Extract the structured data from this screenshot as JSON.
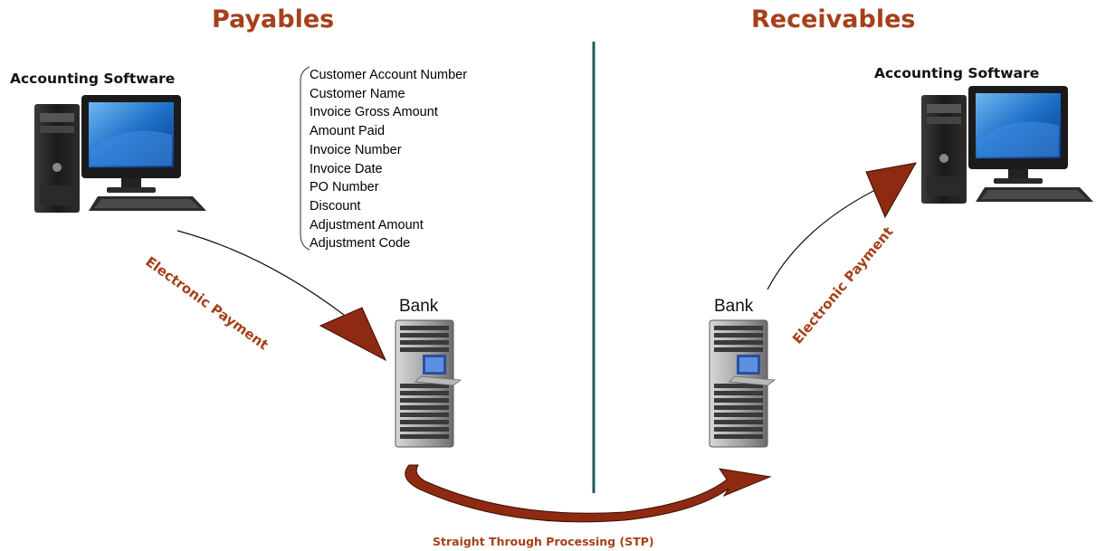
{
  "payables": {
    "title": "Payables",
    "software_label": "Accounting Software",
    "fields": [
      "Customer Account Number",
      "Customer Name",
      "Invoice Gross Amount",
      "Amount Paid",
      "Invoice Number",
      "Invoice Date",
      "PO Number",
      "Discount",
      "Adjustment Amount",
      "Adjustment Code"
    ],
    "payment_label": "Electronic Payment",
    "bank_label": "Bank"
  },
  "receivables": {
    "title": "Receivables",
    "software_label": "Accounting Software",
    "payment_label": "Electronic Payment",
    "bank_label": "Bank"
  },
  "stp_label": "Straight Through Processing (STP)",
  "colors": {
    "title": "#a5401a",
    "arrow": "#8f2a12",
    "divider": "#1f5a5a"
  },
  "icons": {
    "computer": "desktop-computer-icon",
    "server": "server-rack-icon"
  }
}
